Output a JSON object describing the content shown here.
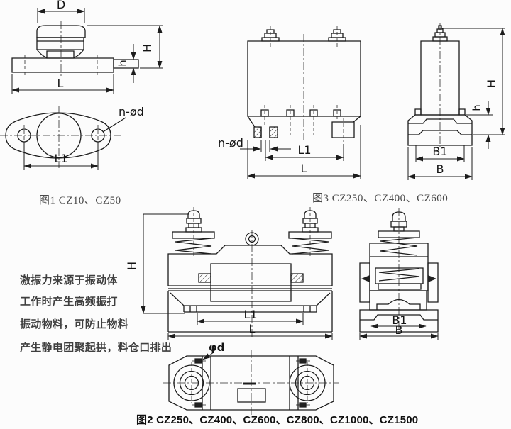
{
  "colors": {
    "line": "#1c1c1c",
    "text_primary": "#3f3f3f",
    "caption": "#4a4a4a",
    "caption_bold": "#0f0f0f",
    "background": "#fcfcfc"
  },
  "intro_text": {
    "line1": "激振力来源于振动体",
    "line2": "工作时产生高频振打",
    "line3": "振动物料，可防止物料",
    "line4": "产生静电团聚起拱，料仓口排出"
  },
  "figure1": {
    "caption": "图1 CZ10、CZ50",
    "labels": {
      "D": "D",
      "H": "H",
      "h": "h",
      "L": "L",
      "L1": "L1",
      "holes": "n-ød"
    }
  },
  "figure3": {
    "caption": "图3  CZ250、CZ400、CZ600",
    "labels": {
      "holes": "n-ød",
      "L1": "L1",
      "L": "L",
      "H": "H",
      "h": "h",
      "B1": "B1",
      "B": "B"
    }
  },
  "figure2": {
    "caption": "图2 CZ250、CZ400、CZ600、CZ800、CZ1000、CZ1500",
    "labels": {
      "H": "H",
      "L1": "L1",
      "L": "L",
      "B1": "B1",
      "B": "B",
      "hole": "φd"
    }
  }
}
